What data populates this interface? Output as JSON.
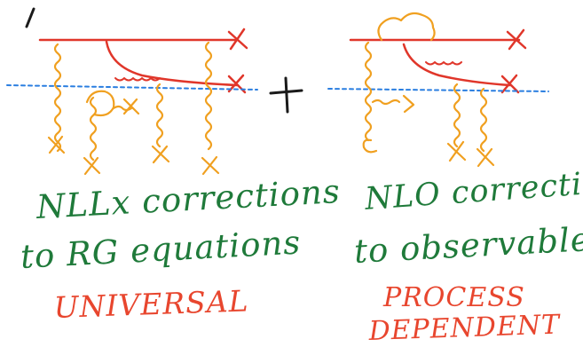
{
  "left_caption": {
    "line1": "NLLx corrections",
    "line2": "to RG equations",
    "line3": "UNIVERSAL"
  },
  "right_caption": {
    "line1": "NLO corrections",
    "line2": "to observable",
    "line3": "PROCESS",
    "line4": "DEPENDENT"
  },
  "colors": {
    "quark_line": "#e0362a",
    "gluon": "#f0a020",
    "cut_line": "#2a7ee0",
    "caption_green": "#1f7a3a",
    "caption_red": "#e8462e",
    "ink": "#1a1a1a"
  },
  "operator": "plus-sign"
}
